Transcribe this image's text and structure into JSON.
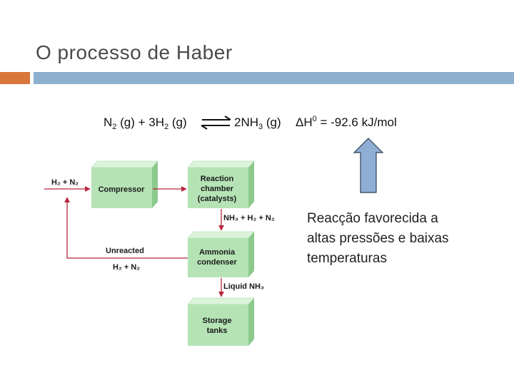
{
  "title": "O processo de Haber",
  "equation": {
    "n2": "N",
    "n2_sub": "2",
    "n2_state": " (g) + 3H",
    "h2_sub": "2",
    "h2_state": " (g)",
    "nh3": "2NH",
    "nh3_sub": "3",
    "nh3_state": " (g)",
    "enthalpy_delta": "ΔH",
    "enthalpy_sup": "0",
    "enthalpy_value": " = -92.6 kJ/mol"
  },
  "diagram": {
    "feed_label": "H₂ + N₂",
    "compressor": "Compressor",
    "reaction_chamber": [
      "Reaction",
      "chamber",
      "(catalysts)"
    ],
    "mix_label": "NH₃ + H₂ + N₂",
    "unreacted_label": "Unreacted",
    "unreacted_gases": "H₂ + N₂",
    "condenser": [
      "Ammonia",
      "condenser"
    ],
    "liquid_label": "Liquid NH₃",
    "storage": [
      "Storage",
      "tanks"
    ]
  },
  "note_lines": [
    "Reacção favorecida a",
    "altas pressões e baixas",
    "temperaturas"
  ],
  "colors": {
    "box_front": "#b5e3b5",
    "box_top": "#dcf3dc",
    "box_side": "#8cc98c",
    "arrow_red": "#b8263a",
    "up_arrow": "#8eaed3"
  },
  "icons": {
    "up_arrow": "up-arrow-icon",
    "equilibrium": "equilibrium-arrows-icon"
  }
}
